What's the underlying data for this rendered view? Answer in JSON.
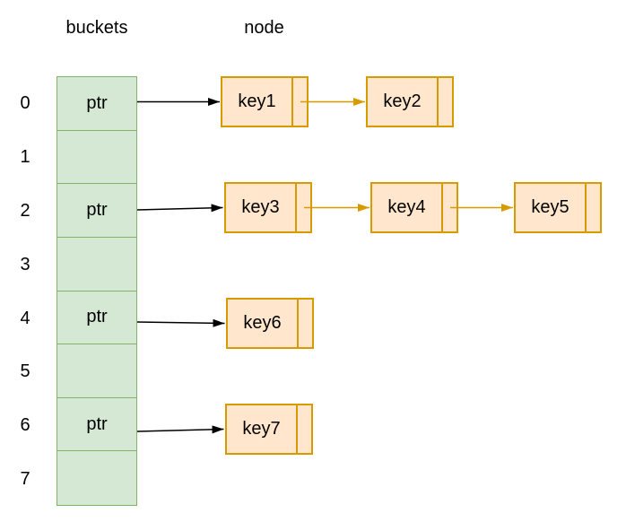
{
  "labels": {
    "buckets": "buckets",
    "node": "node"
  },
  "colors": {
    "background": "#ffffff",
    "bucket_fill": "#d5e8d4",
    "bucket_stroke": "#82b366",
    "node_fill": "#ffe6cc",
    "node_stroke": "#d79b00",
    "bucket_arrow": "#000000",
    "link_arrow": "#d79b00",
    "text": "#000000"
  },
  "buckets": [
    {
      "index": "0",
      "label": "ptr"
    },
    {
      "index": "1",
      "label": ""
    },
    {
      "index": "2",
      "label": "ptr"
    },
    {
      "index": "3",
      "label": ""
    },
    {
      "index": "4",
      "label": "ptr"
    },
    {
      "index": "5",
      "label": ""
    },
    {
      "index": "6",
      "label": "ptr"
    },
    {
      "index": "7",
      "label": ""
    }
  ],
  "nodes": [
    {
      "label": "key1"
    },
    {
      "label": "key2"
    },
    {
      "label": "key3"
    },
    {
      "label": "key4"
    },
    {
      "label": "key5"
    },
    {
      "label": "key6"
    },
    {
      "label": "key7"
    }
  ],
  "chains": [
    {
      "bucket_index": "0",
      "node_labels": [
        "key1",
        "key2"
      ]
    },
    {
      "bucket_index": "2",
      "node_labels": [
        "key3",
        "key4",
        "key5"
      ]
    },
    {
      "bucket_index": "4",
      "node_labels": [
        "key6"
      ]
    },
    {
      "bucket_index": "6",
      "node_labels": [
        "key7"
      ]
    }
  ]
}
